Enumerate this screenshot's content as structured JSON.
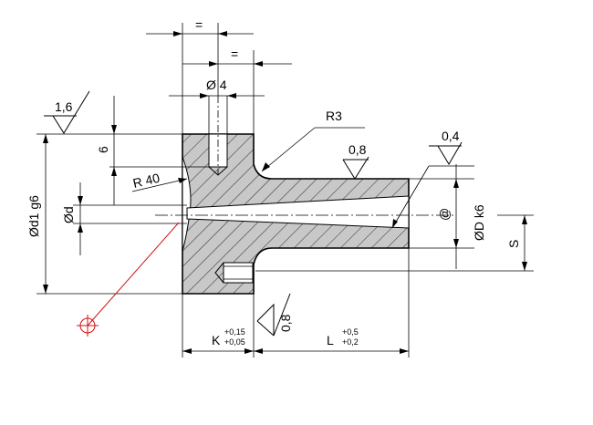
{
  "labels": {
    "equal_top": "=",
    "equal_second": "=",
    "hole_dia": "Ø 4",
    "radius_r3": "R3",
    "radius_r40": "R 40",
    "depth_6": "6",
    "outer_dia": "Ød1 g6",
    "inner_dia": "Ød",
    "shaft_dia": "ØD k6",
    "dim_s": "S",
    "k": "K",
    "k_tol_upper": "+0,15",
    "k_tol_lower": "+0,05",
    "l": "L",
    "l_tol_upper": "+0,5",
    "l_tol_lower": "+0,2",
    "roughness_left": "1,6",
    "roughness_mid": "0,8",
    "roughness_bottom": "0,8",
    "tolerance_right": "0,4",
    "tolerance_symbol": "@"
  },
  "colors": {
    "hatch_fill": "#c8c8c8",
    "line": "#000000",
    "leader_red": "#d01010"
  }
}
